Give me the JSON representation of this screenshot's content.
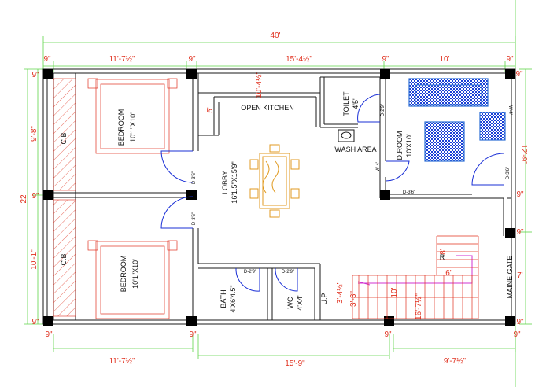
{
  "dimensions": {
    "top_total": "40'",
    "top_left_total": "11'-7½\"",
    "top_right_total": "15'-4½\"",
    "top_right_sub": "10'",
    "col_9_a": "9\"",
    "col_9_b": "9\"",
    "col_9_c": "9\"",
    "col_9_d": "9\"",
    "col_9_e": "9\"",
    "bottom_left": "11'-7½\"",
    "bottom_mid": "15'-9\"",
    "bottom_right": "9'-7½\"",
    "bottom_9_a": "9\"",
    "bottom_9_b": "9\"",
    "bottom_9_c": "9\"",
    "bottom_9_d": "9\"",
    "left_total": "22'",
    "left_upper": "9'-8\"",
    "left_lower": "10'-1\"",
    "left_9_a": "9\"",
    "left_9_b": "9\"",
    "left_9_c": "9\"",
    "right_upper": "12'-9\"",
    "right_9_a": "9\"",
    "right_9_b": "9\"",
    "right_9_c": "9\"",
    "right_7": "7'",
    "kitchen_width": "10'-4½\"",
    "kitchen_depth": "5'",
    "stair_8": "8'",
    "stair_6": "6'",
    "stair_10": "10'",
    "stair_16": "16'-7½\"",
    "stair_3_4": "3'-4½\"",
    "stair_3_3": "3'-3\""
  },
  "rooms": {
    "cb_upper": "C.B",
    "cb_lower": "C.B",
    "bedroom_upper": "BEDROOM",
    "bedroom_upper_size": "10'1\"X10'",
    "bedroom_lower": "BEDROOM",
    "bedroom_lower_size": "10'1\"X10'",
    "open_kitchen": "OPEN KITCHEN",
    "lobby": "LOBBY",
    "lobby_size": "16'1.5\"X15'9\"",
    "toilet": "TOILET",
    "toilet_size": "4'5'",
    "wash_area": "WASH AREA",
    "droom": "D.ROOM",
    "droom_size": "10'X10'",
    "bath": "BATH",
    "bath_size": "4'X6'4.5\"",
    "wc": "WC",
    "wc_size": "4'X4'",
    "up": "U.P",
    "stair_r": "R",
    "main_gate": "MAINE GATE"
  },
  "openings": {
    "d_upper_bedroom": "D-3'6\"",
    "d_lower_bedroom": "D-3'6\"",
    "d_toilet": "D-2'9\"",
    "d_droom": "D-3'6\"",
    "d_droom_right": "D-3'6\"",
    "d_bath": "D-2'9\"",
    "d_wc": "D-2'9\"",
    "w_droom": "W-4'",
    "w_right": "W-4'"
  },
  "colors": {
    "wall": "#1a1a1a",
    "dimension_line": "#5fd44a",
    "dimension_text": "#e0301e",
    "furniture": "#e0301e",
    "door": "#1a2fd6",
    "sofa": "#2d6fd6",
    "table": "#e09a20",
    "stair_arrow": "#d233d2"
  }
}
